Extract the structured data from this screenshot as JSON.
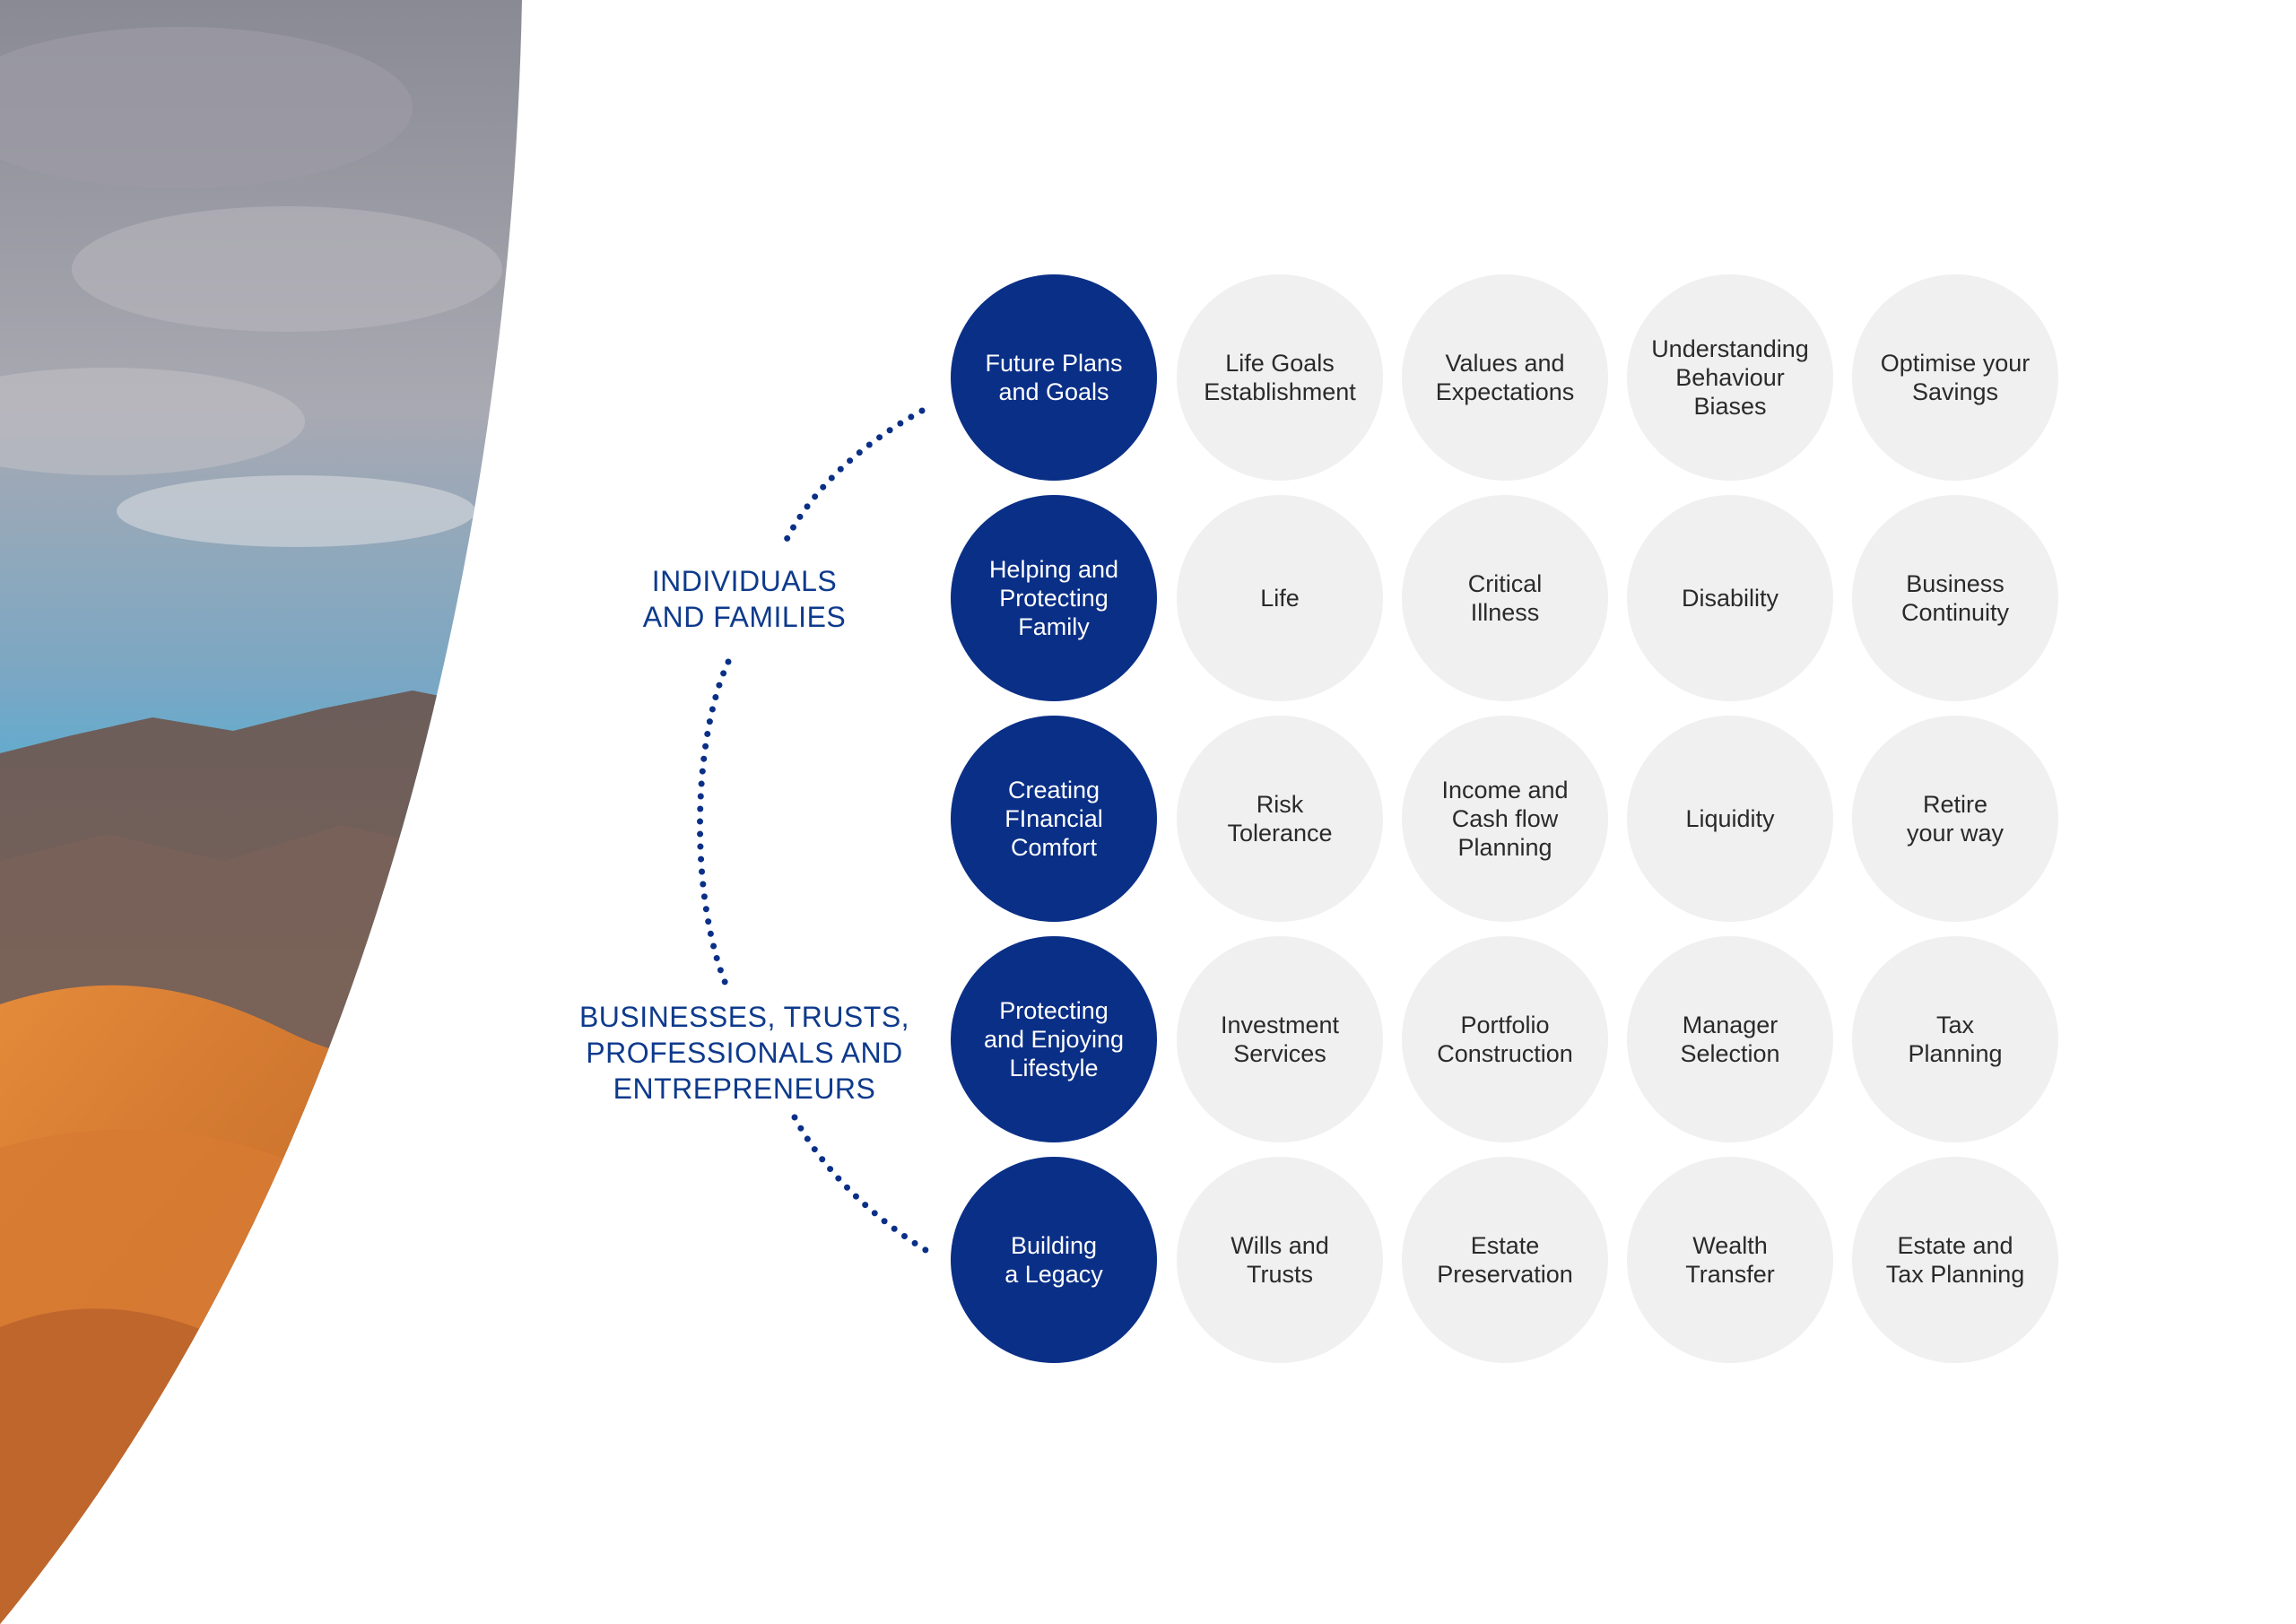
{
  "colors": {
    "primary_circle": "#0a2f87",
    "secondary_circle": "#f0f0f0",
    "label_text": "#0e3a8c",
    "connector_dots": "#0a2f87"
  },
  "groups": {
    "individuals": "INDIVIDUALS\nAND FAMILIES",
    "businesses": "BUSINESSES, TRUSTS,\nPROFESSIONALS AND\nENTREPRENEURS"
  },
  "rows": [
    {
      "category": "Future Plans\nand Goals",
      "items": [
        "Life Goals\nEstablishment",
        "Values and\nExpectations",
        "Understanding\nBehaviour\nBiases",
        "Optimise your\nSavings"
      ]
    },
    {
      "category": "Helping and\nProtecting\nFamily",
      "items": [
        "Life",
        "Critical\nIllness",
        "Disability",
        "Business\nContinuity"
      ]
    },
    {
      "category": "Creating\nFInancial\nComfort",
      "items": [
        "Risk\nTolerance",
        "Income and\nCash flow\nPlanning",
        "Liquidity",
        "Retire\nyour way"
      ]
    },
    {
      "category": "Protecting\nand Enjoying\nLifestyle",
      "items": [
        "Investment\nServices",
        "Portfolio\nConstruction",
        "Manager\nSelection",
        "Tax\nPlanning"
      ]
    },
    {
      "category": "Building\na Legacy",
      "items": [
        "Wills and\nTrusts",
        "Estate\nPreservation",
        "Wealth\nTransfer",
        "Estate and\nTax Planning"
      ]
    }
  ]
}
